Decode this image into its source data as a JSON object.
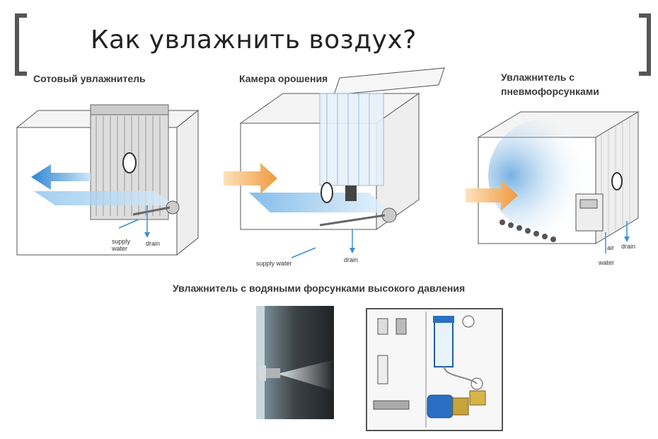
{
  "title": "Как увлажнить воздух?",
  "sections": {
    "honeycomb": {
      "label": "Сотовый увлажнитель",
      "supply": "supply\nwater",
      "drain": "drain"
    },
    "spray_chamber": {
      "label": "Камера орошения",
      "supply": "supply water",
      "drain": "drain"
    },
    "pneumatic": {
      "label_line1": "Увлажнитель с",
      "label_line2": "пневмофорсунками",
      "air": "air",
      "water": "water",
      "drain": "drain"
    },
    "high_pressure": {
      "label": "Увлажнитель с водяными форсунками высокого давления"
    }
  },
  "colors": {
    "accent_blue": "#3a8fd6",
    "accent_orange": "#f0a24a",
    "outline": "#555555"
  }
}
